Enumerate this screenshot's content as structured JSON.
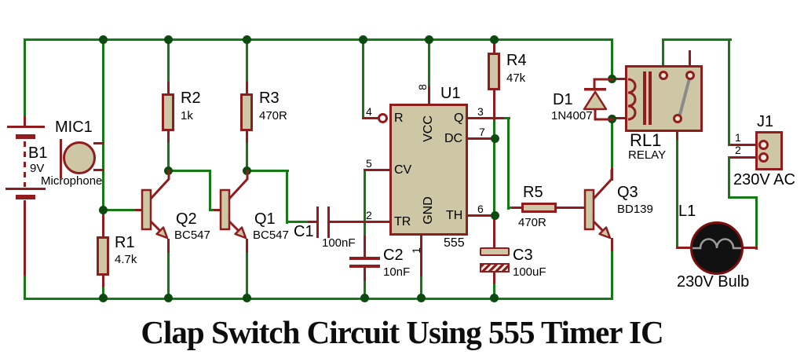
{
  "title": "Clap Switch Circuit Using 555 Timer IC",
  "colors": {
    "wire_green": "#157a15",
    "component_red": "#8f1d1d",
    "part_fill": "#cdc7a5",
    "junction_green": "#0b4b10",
    "relay_arm_gray": "#8a8a8a",
    "bulb_fill": "#111111"
  },
  "components": {
    "b1": {
      "ref": "B1",
      "value": "9V"
    },
    "mic1": {
      "ref": "MIC1",
      "value": "Microphone"
    },
    "r1": {
      "ref": "R1",
      "value": "4.7k"
    },
    "r2": {
      "ref": "R2",
      "value": "1k"
    },
    "r3": {
      "ref": "R3",
      "value": "470R"
    },
    "r4": {
      "ref": "R4",
      "value": "47k"
    },
    "r5": {
      "ref": "R5",
      "value": "470R"
    },
    "q1": {
      "ref": "Q1",
      "value": "BC547"
    },
    "q2": {
      "ref": "Q2",
      "value": "BC547"
    },
    "q3": {
      "ref": "Q3",
      "value": "BD139"
    },
    "c1": {
      "ref": "C1",
      "value": "100nF"
    },
    "c2": {
      "ref": "C2",
      "value": "10nF"
    },
    "c3": {
      "ref": "C3",
      "value": "100uF"
    },
    "d1": {
      "ref": "D1",
      "value": "1N4007"
    },
    "u1": {
      "ref": "U1",
      "value": "555"
    },
    "rl1": {
      "ref": "RL1",
      "value": "RELAY"
    },
    "j1": {
      "ref": "J1",
      "value": "230V AC"
    },
    "l1": {
      "ref": "L1",
      "value": "230V Bulb"
    }
  },
  "ic_pins": {
    "reset": {
      "num": "4",
      "label": "R"
    },
    "cv": {
      "num": "5",
      "label": "CV"
    },
    "tr": {
      "num": "2",
      "label": "TR"
    },
    "q": {
      "num": "3",
      "label": "Q"
    },
    "dc": {
      "num": "7",
      "label": "DC"
    },
    "th": {
      "num": "6",
      "label": "TH"
    },
    "vcc": {
      "num": "8",
      "label": "VCC"
    },
    "gnd": {
      "num": "1",
      "label": "GND"
    }
  },
  "connector_pins": {
    "pin1": "1",
    "pin2": "2"
  }
}
